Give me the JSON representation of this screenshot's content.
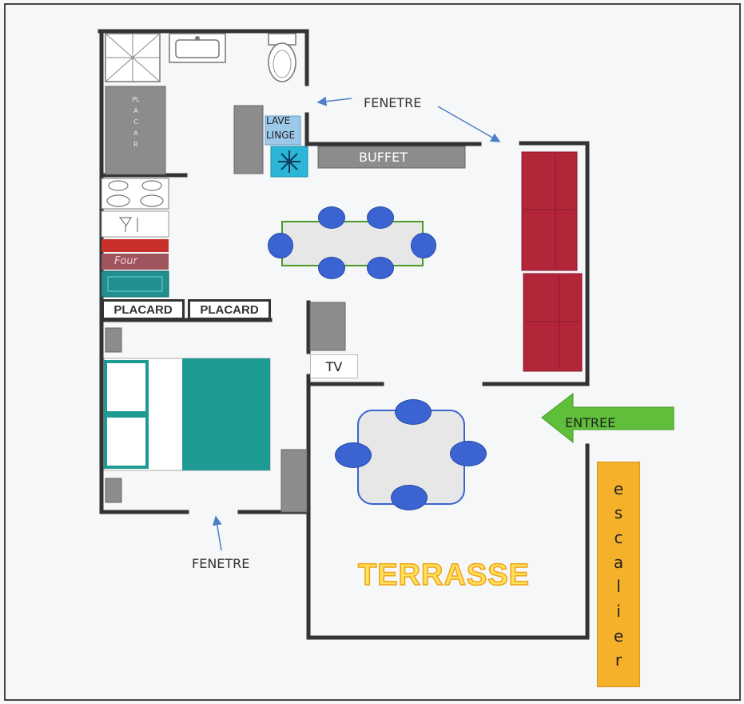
{
  "labels": {
    "fenetre_top": "FENETRE",
    "fenetre_bottom": "FENETRE",
    "lave_linge_line1": "LAVE",
    "lave_linge_line2": "LINGE",
    "buffet": "BUFFET",
    "placard_left": "PLACARD",
    "placard_right": "PLACARD",
    "placard_vertical": "PLACAR",
    "four": "Four",
    "tv": "TV",
    "entree": "ENTREE",
    "terrasse": "TERRASSE",
    "escalier": [
      "e",
      "s",
      "c",
      "a",
      "l",
      "i",
      "e",
      "r"
    ]
  },
  "colors": {
    "wall": "#333333",
    "sofa": "#b3263a",
    "bed": "#1e9a94",
    "chair": "#3b63d1",
    "table_fill": "#e6e7e6",
    "dining_table_border": "#4c9a2a",
    "terrace_table_border": "#3b63d1",
    "entree_arrow": "#5fbf3a",
    "escalier": "#f5b12a",
    "terrasse_text": "#ffe15a",
    "fridge": "#2bb5d6",
    "lave_linge": "#9cc8ea",
    "annotation_arrow": "#4d7fc4"
  }
}
